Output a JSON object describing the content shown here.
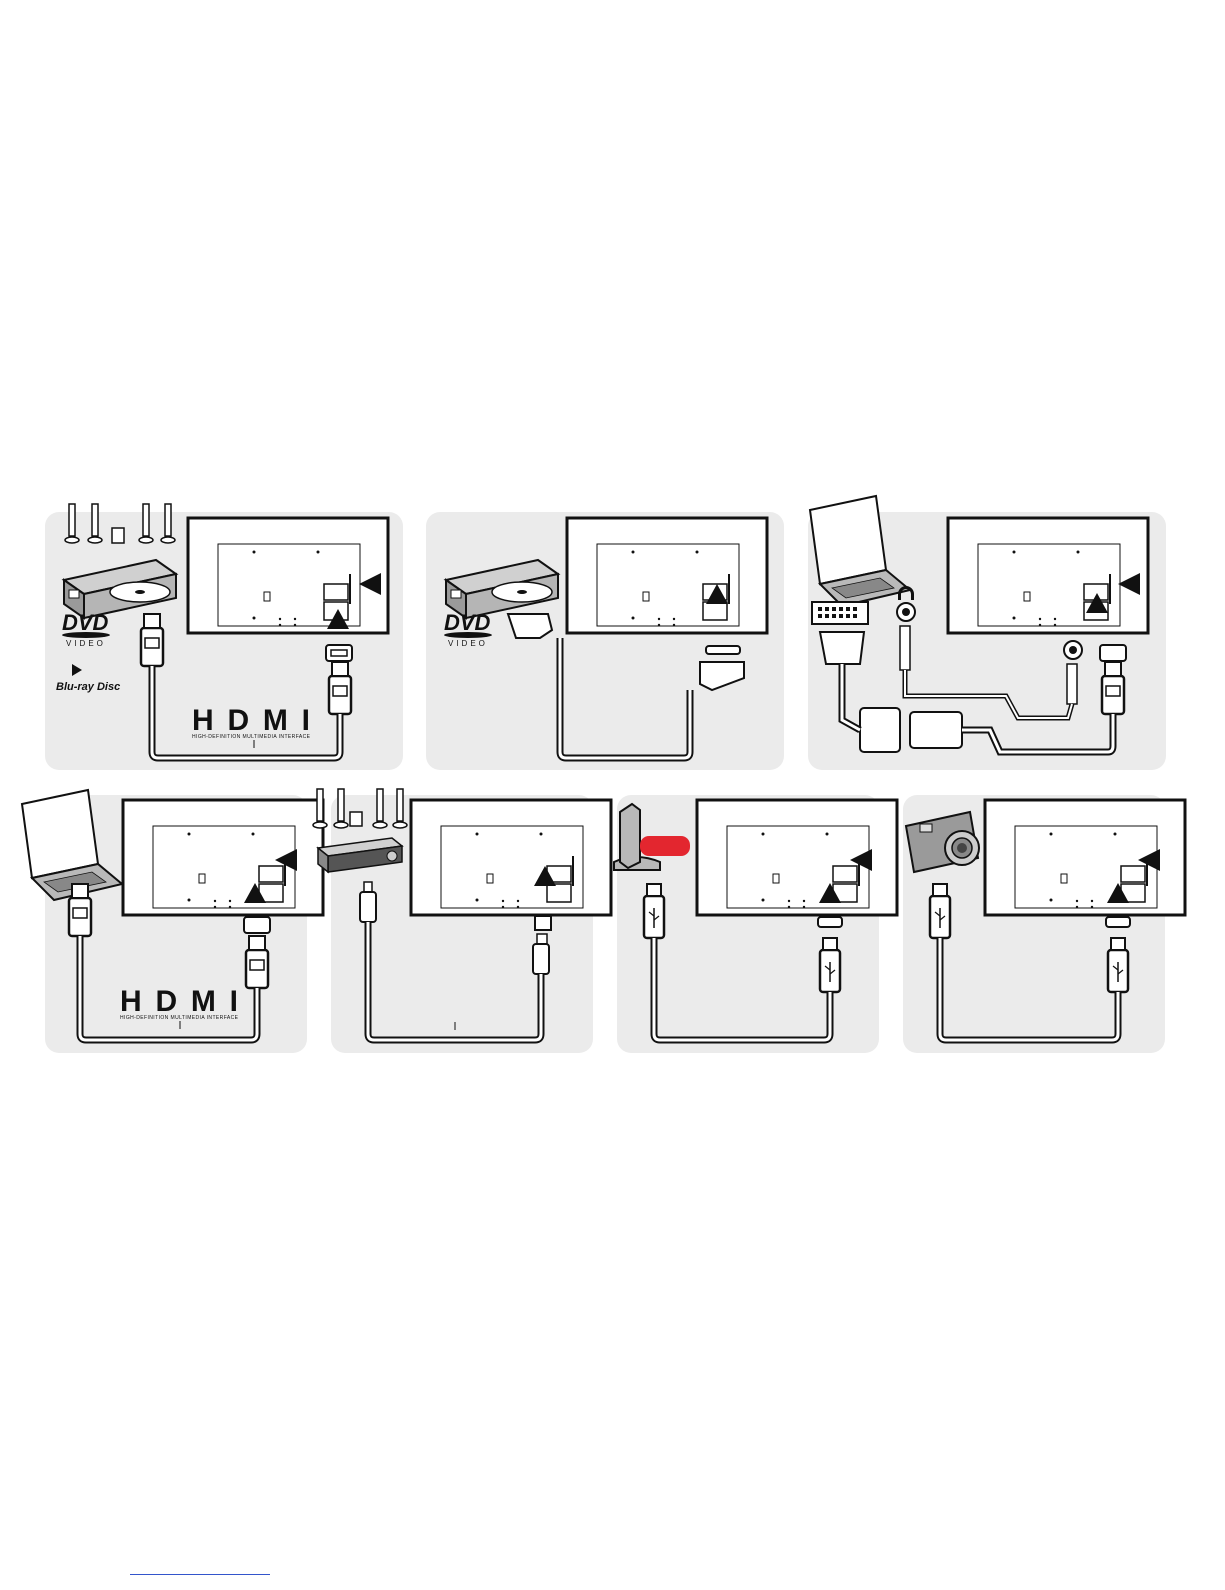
{
  "diagram": {
    "panels": [
      {
        "id": "hdmi-dvd",
        "device": "dvd-bluray-player",
        "connection": "HDMI",
        "logos": [
          "DVD VIDEO",
          "Blu-ray Disc",
          "HDMI"
        ]
      },
      {
        "id": "scart-dvd",
        "device": "dvd-player",
        "connection": "SCART",
        "logos": [
          "DVD VIDEO"
        ]
      },
      {
        "id": "vga-pc",
        "device": "laptop",
        "connection": "VGA + audio",
        "logos": []
      },
      {
        "id": "hdmi-laptop",
        "device": "laptop",
        "connection": "HDMI",
        "logos": [
          "HDMI"
        ]
      },
      {
        "id": "optical-audio",
        "device": "home-theater-receiver",
        "connection": "optical",
        "logos": []
      },
      {
        "id": "usb-drive",
        "device": "usb-storage",
        "connection": "USB",
        "logos": []
      },
      {
        "id": "usb-camera",
        "device": "digital-camera",
        "connection": "USB",
        "logos": []
      }
    ]
  },
  "logos": {
    "dvd_main": "DVD",
    "dvd_sub": "VIDEO",
    "bluray": "Blu-ray Disc",
    "hdmi_main": "HDMI",
    "hdmi_sub": "HIGH-DEFINITION MULTIMEDIA INTERFACE"
  },
  "colors": {
    "panel_bg": "#ebebeb",
    "line": "#111111",
    "device_fill": "#b9b9b9",
    "accent_red": "#e3262f"
  }
}
